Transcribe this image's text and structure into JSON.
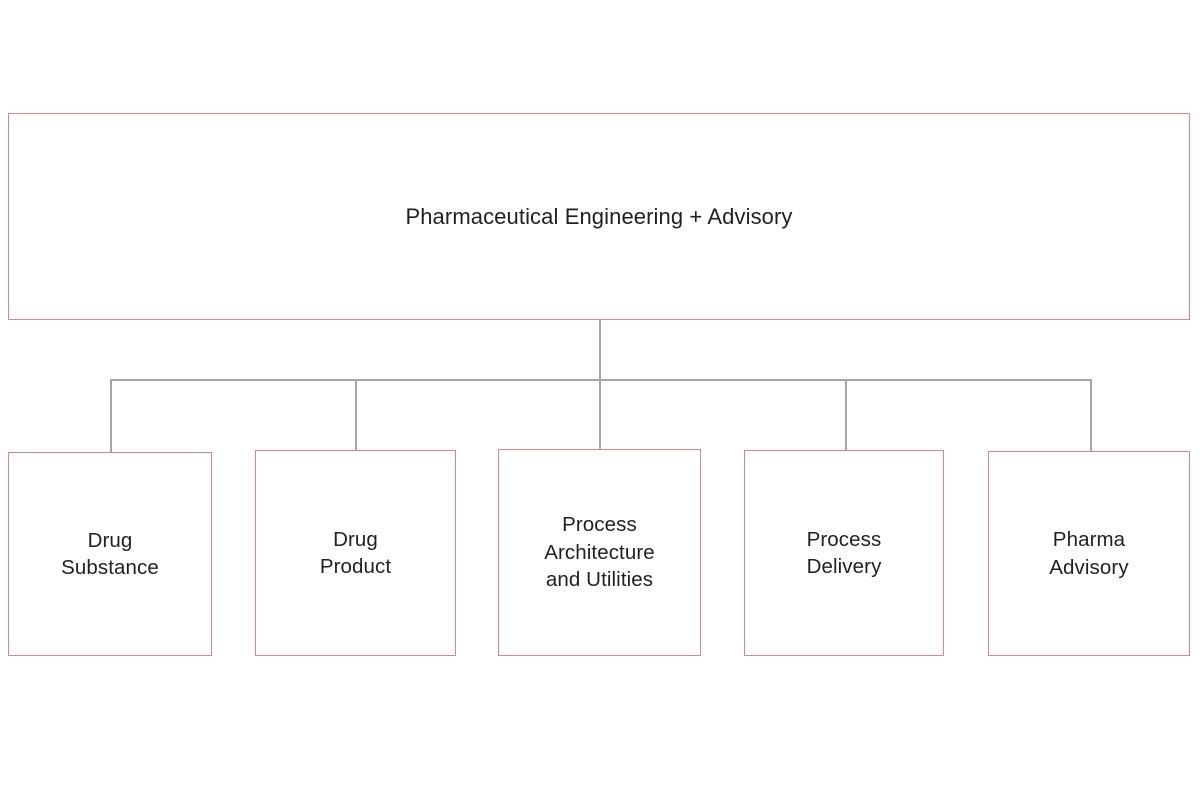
{
  "diagram": {
    "type": "org-hierarchy",
    "background_color": "#ffffff",
    "box_border_color": "#d98491",
    "connector_color": "#a6a6a6",
    "text_color": "#231f20",
    "root": {
      "label": "Pharmaceutical Engineering + Advisory"
    },
    "children": [
      {
        "label": "Drug\nSubstance"
      },
      {
        "label": "Drug\nProduct"
      },
      {
        "label": "Process\nArchitecture\nand Utilities"
      },
      {
        "label": "Process\nDelivery"
      },
      {
        "label": "Pharma\nAdvisory"
      }
    ]
  }
}
